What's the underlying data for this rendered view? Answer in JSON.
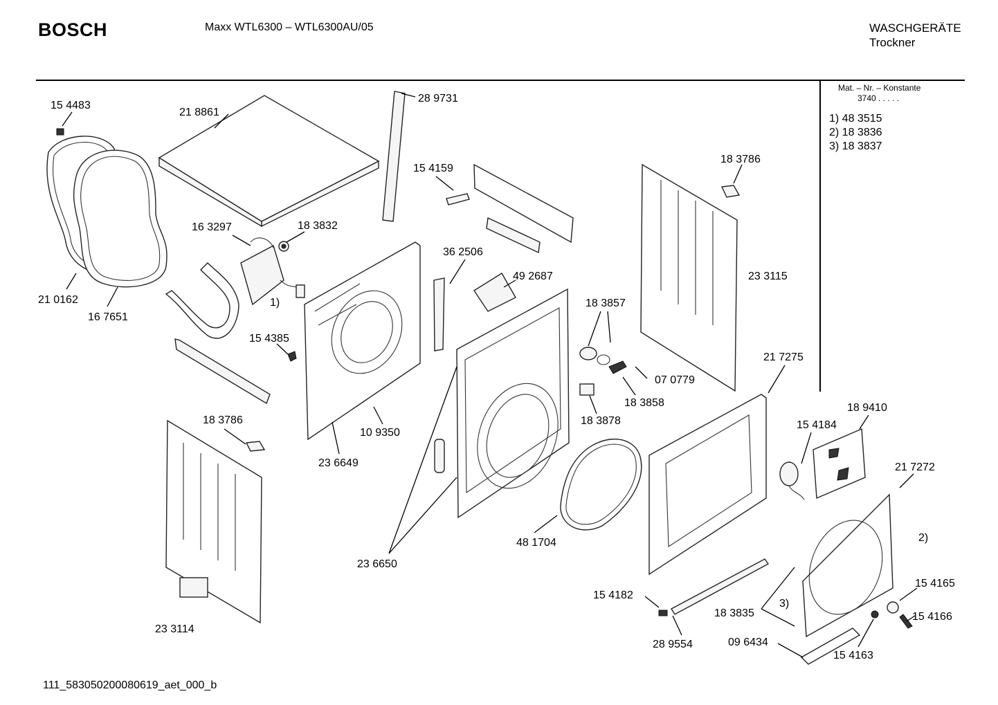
{
  "header": {
    "brand": "BOSCH",
    "model": "Maxx WTL6300 –  WTL6300AU/05",
    "category_line1": "WASCHGERÄTE",
    "category_line2": "Trockner"
  },
  "info_panel": {
    "mat_title": "Mat. – Nr. – Konstante",
    "mat_value": "3740  .  .  .  .  .",
    "notes": [
      "1)  48 3515",
      "2)  18 3836",
      "3)  18 3837"
    ]
  },
  "part_labels": [
    {
      "id": "p154483",
      "text": "15 4483"
    },
    {
      "id": "p218861",
      "text": "21 8861"
    },
    {
      "id": "p289731",
      "text": "28 9731"
    },
    {
      "id": "p154159",
      "text": "15 4159"
    },
    {
      "id": "p183786a",
      "text": "18 3786"
    },
    {
      "id": "p163297",
      "text": "16 3297"
    },
    {
      "id": "p183832",
      "text": "18 3832"
    },
    {
      "id": "p362506",
      "text": "36 2506"
    },
    {
      "id": "p492687",
      "text": "49 2687"
    },
    {
      "id": "p233115",
      "text": "23 3115"
    },
    {
      "id": "p210162",
      "text": "21 0162"
    },
    {
      "id": "p167651",
      "text": "16 7651"
    },
    {
      "id": "note1",
      "text": "1)"
    },
    {
      "id": "p183857",
      "text": "18 3857"
    },
    {
      "id": "p154385",
      "text": "15 4385"
    },
    {
      "id": "p070779",
      "text": "07 0779"
    },
    {
      "id": "p217275",
      "text": "21 7275"
    },
    {
      "id": "p183858",
      "text": "18 3858"
    },
    {
      "id": "p183786b",
      "text": "18 3786"
    },
    {
      "id": "p109350",
      "text": "10 9350"
    },
    {
      "id": "p183878",
      "text": "18 3878"
    },
    {
      "id": "p189410",
      "text": "18 9410"
    },
    {
      "id": "p154184",
      "text": "15 4184"
    },
    {
      "id": "p236649",
      "text": "23 6649"
    },
    {
      "id": "p217272",
      "text": "21 7272"
    },
    {
      "id": "note2",
      "text": "2)"
    },
    {
      "id": "p481704",
      "text": "48 1704"
    },
    {
      "id": "p236650",
      "text": "23 6650"
    },
    {
      "id": "p154165",
      "text": "15 4165"
    },
    {
      "id": "p154182",
      "text": "15 4182"
    },
    {
      "id": "note3",
      "text": "3)"
    },
    {
      "id": "p183835",
      "text": "18 3835"
    },
    {
      "id": "p154166",
      "text": "15 4166"
    },
    {
      "id": "p233114",
      "text": "23 3114"
    },
    {
      "id": "p289554",
      "text": "28 9554"
    },
    {
      "id": "p096434",
      "text": "09 6434"
    },
    {
      "id": "p154163",
      "text": "15 4163"
    }
  ],
  "footer": {
    "code": "111_583050200080619_aet_000_b"
  }
}
